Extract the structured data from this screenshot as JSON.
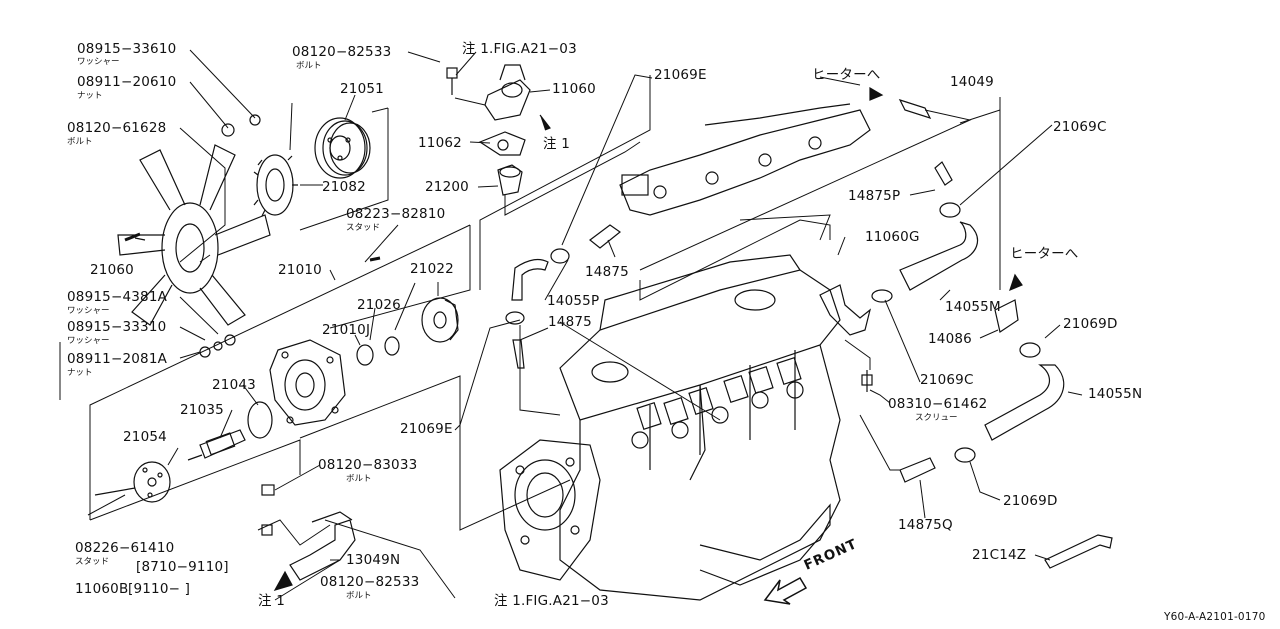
{
  "labels": {
    "p08915_33610": "08915−33610",
    "p08911_20610": "08911−20610",
    "p08120_61628": "08120−61628",
    "p08120_82533_top": "08120−82533",
    "p21051": "21051",
    "p21082": "21082",
    "p08223_82810": "08223−82810",
    "p21060": "21060",
    "p21010": "21010",
    "p21022": "21022",
    "p21026": "21026",
    "p21010J": "21010J",
    "p08915_4381A": "08915−4381A",
    "p08915_33310": "08915−33310",
    "p08911_2081A": "08911−2081A",
    "p21043": "21043",
    "p21035": "21035",
    "p21054": "21054",
    "p08226_61410": "08226−61410",
    "range1": "[8710−9110]",
    "p11060B": "11060B",
    "range2": "[9110−         ]",
    "p08120_83033": "08120−83033",
    "p13049N": "13049N",
    "p08120_82533_bot": "08120−82533",
    "note1_bot": "注 1",
    "note1_fig_top": "注 1.FIG.A21−03",
    "note1_fig_bot": "注 1.FIG.A21−03",
    "p11060": "11060",
    "p11062": "11062",
    "note1_mid": "注 1",
    "p21200": "21200",
    "p21069E_top": "21069E",
    "p21069E_mid": "21069E",
    "p14875": "14875",
    "p14055P": "14055P",
    "p14875_b": "14875",
    "heater1": "ヒーターへ",
    "p14049": "14049",
    "p21069C_top": "21069C",
    "p14875P": "14875P",
    "p11060G": "11060G",
    "p14055M": "14055M",
    "heater2": "ヒーターへ",
    "p14086": "14086",
    "p21069D_top": "21069D",
    "p21069C_mid": "21069C",
    "p08310_61462": "08310−61462",
    "p14055N": "14055N",
    "p14875Q": "14875Q",
    "p21069D_bot": "21069D",
    "p21C14Z": "21C14Z",
    "front": "FRONT",
    "code": "Y60-A-A2101-0170"
  },
  "sublabels": {
    "washer1": "ワッシャー",
    "nut1": "ナット",
    "bolt1": "ボルト",
    "bolt_top": "ボルト",
    "stud1": "スタッド",
    "washer2": "ワッシャー",
    "washer3": "ワッシャー",
    "nut2": "ナット",
    "stud2": "スタッド",
    "bolt_mid": "ボルト",
    "bolt_bot": "ボルト",
    "screw": "スクリュー"
  }
}
